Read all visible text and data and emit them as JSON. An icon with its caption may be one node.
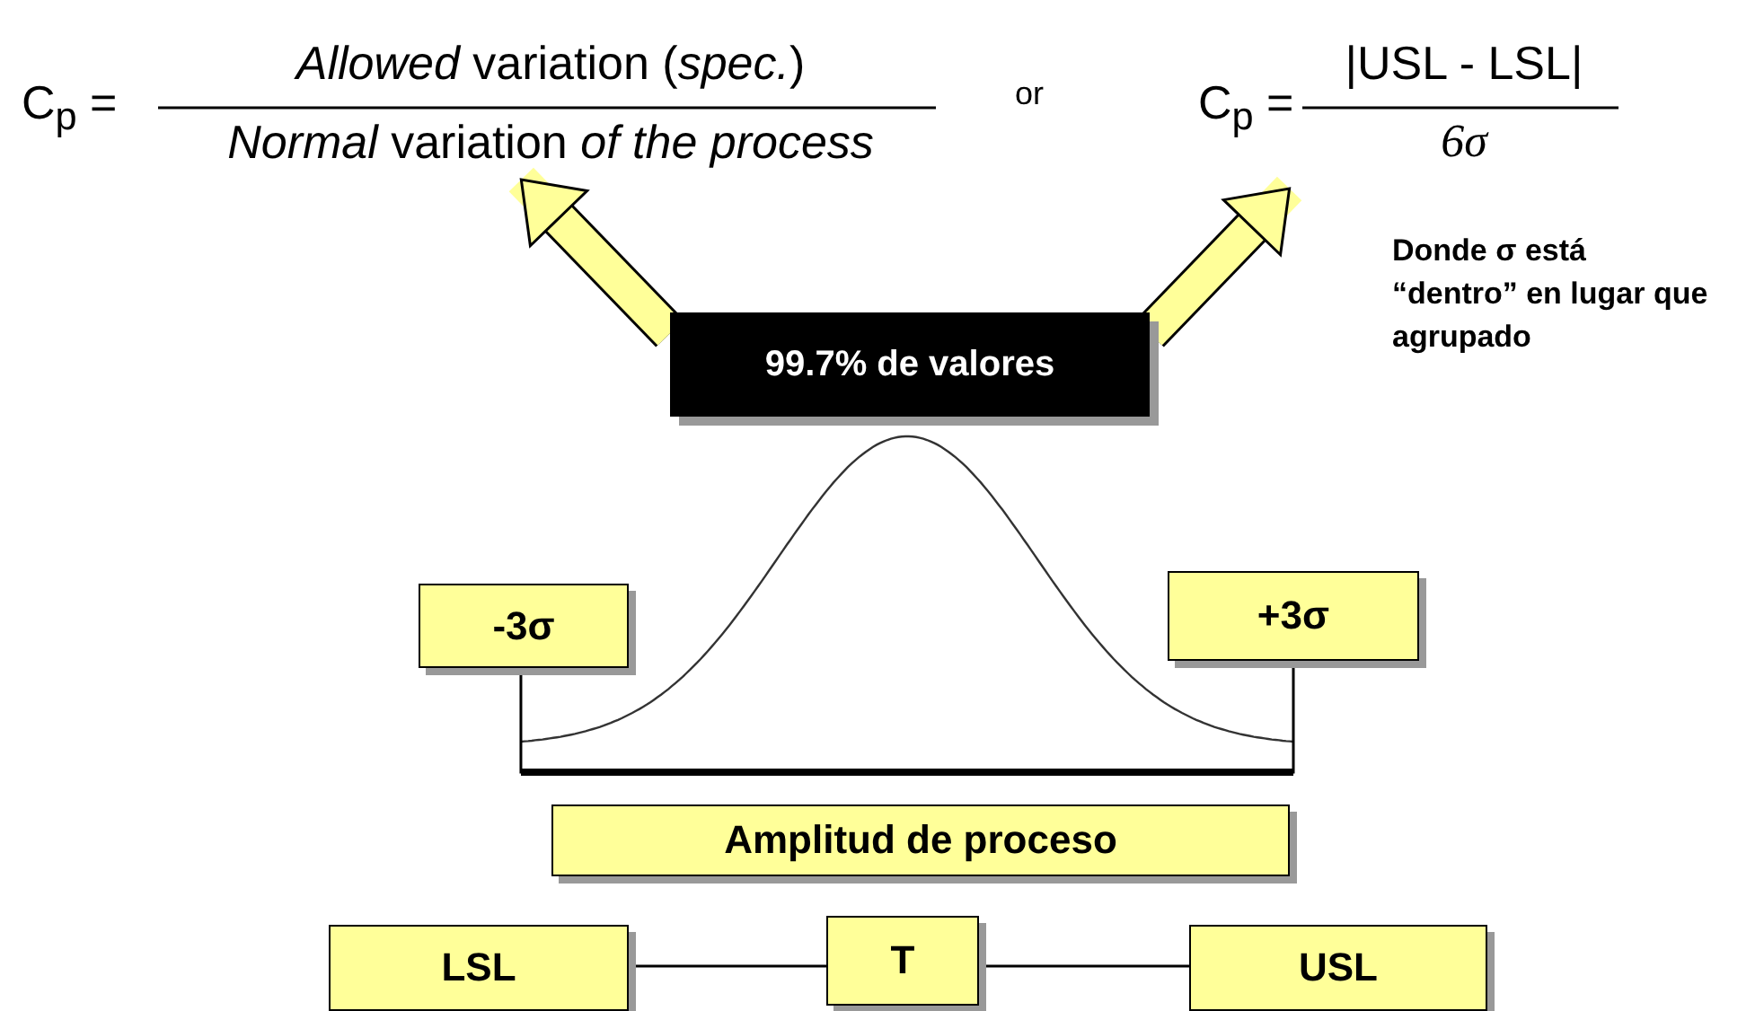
{
  "diagram": {
    "nodes": [
      {
        "text": [
          "C$_{p}$ =",
          "*Allowed* variation (*spec.*)",
          "*Normal* variation *of the process*"
        ]
      },
      {
        "text": [
          "C$_{p}$ =",
          "|USL - LSL|",
          "6σ"
        ]
      },
      {
        "text": [
          "99.7% de valores"
        ]
      },
      {
        "text": [
          "-3σ"
        ]
      },
      {
        "text": [
          "+3σ"
        ]
      },
      {
        "text": [
          "Amplitud de proceso"
        ]
      },
      {
        "text": [
          "LSL"
        ]
      },
      {
        "text": [
          "T"
        ]
      },
      {
        "text": [
          "USL"
        ]
      }
    ],
    "edges": [
      {
        "from": 2,
        "to": 0,
        "arrow": "to",
        "style": "thick",
        "color": "#ffff99"
      },
      {
        "from": 2,
        "to": 1,
        "arrow": "to",
        "style": "thick",
        "color": "#ffff99"
      },
      {
        "from": 6,
        "to": 7,
        "arrow": "none",
        "color": "#000000"
      },
      {
        "from": 7,
        "to": 8,
        "arrow": "none",
        "color": "#000000"
      },
      {
        "from": 3,
        "to": 4,
        "arrow": "none",
        "color": "#000000"
      }
    ],
    "labels": [
      "or",
      "Donde σ está “dentro” en lugar que agrupado"
    ]
  }
}
